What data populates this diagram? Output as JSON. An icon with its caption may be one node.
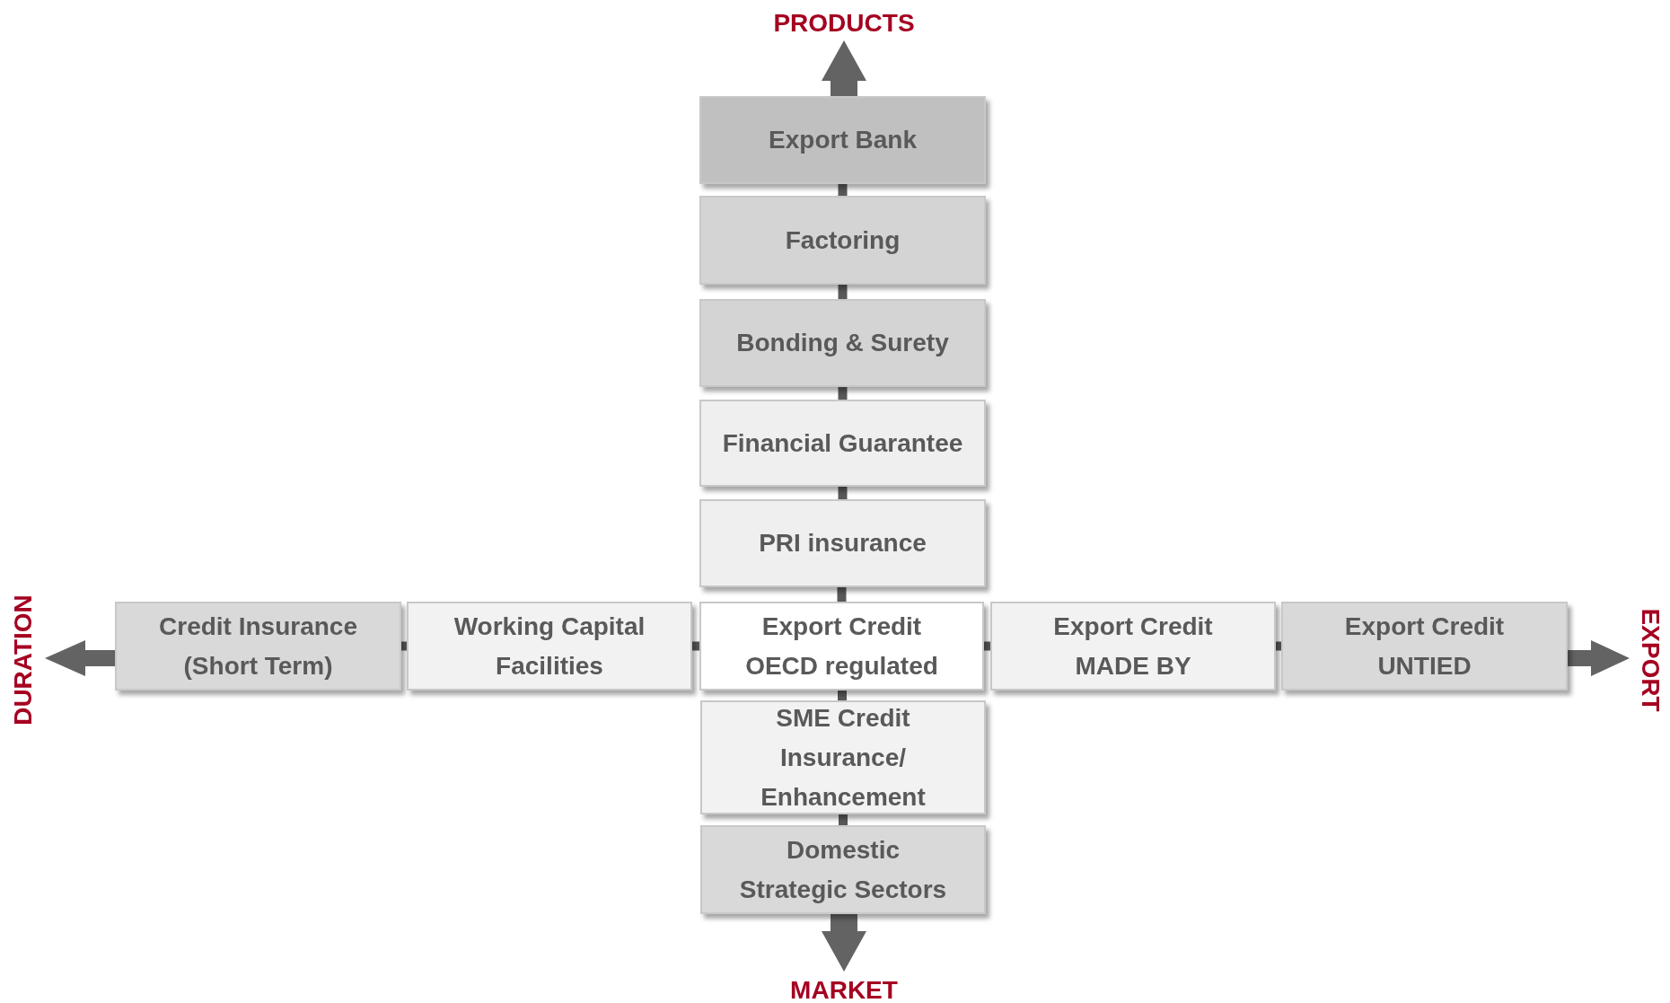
{
  "diagram": {
    "nodes": [
      {
        "text": [
          "Export Bank"
        ]
      },
      {
        "text": [
          "Factoring"
        ]
      },
      {
        "text": [
          "Bonding & Surety"
        ]
      },
      {
        "text": [
          "Financial Guarantee"
        ]
      },
      {
        "text": [
          "PRI insurance"
        ]
      },
      {
        "text": [
          "Credit Insurance (Short Term)"
        ]
      },
      {
        "text": [
          "Working Capital Facilities"
        ]
      },
      {
        "text": [
          "Export Credit OECD regulated"
        ]
      },
      {
        "text": [
          "Export Credit MADE BY"
        ]
      },
      {
        "text": [
          "Export Credit UNTIED"
        ]
      },
      {
        "text": [
          "SME Credit Insurance/ Enhancement"
        ]
      },
      {
        "text": [
          "Domestic Strategic Sectors"
        ]
      }
    ],
    "edges": [
      {
        "from": 0,
        "to": 1,
        "arrow": "none"
      },
      {
        "from": 1,
        "to": 2,
        "arrow": "none"
      },
      {
        "from": 2,
        "to": 3,
        "arrow": "none"
      },
      {
        "from": 3,
        "to": 4,
        "arrow": "none"
      },
      {
        "from": 4,
        "to": 7,
        "arrow": "none"
      },
      {
        "from": 5,
        "to": 6,
        "arrow": "none"
      },
      {
        "from": 6,
        "to": 7,
        "arrow": "none"
      },
      {
        "from": 7,
        "to": 8,
        "arrow": "none"
      },
      {
        "from": 8,
        "to": 9,
        "arrow": "none"
      },
      {
        "from": 7,
        "to": 10,
        "arrow": "none"
      },
      {
        "from": 10,
        "to": 11,
        "arrow": "none"
      }
    ],
    "labels": [
      "PRODUCTS",
      "DURATION",
      "EXPORT",
      "MARKET"
    ]
  }
}
